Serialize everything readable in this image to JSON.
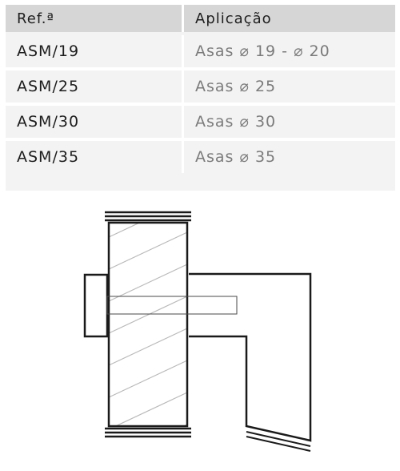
{
  "table": {
    "headers": [
      "Ref.ª",
      "Aplicação"
    ],
    "rows": [
      [
        "ASM/19",
        "Asas ⌀ 19 - ⌀ 20"
      ],
      [
        "ASM/25",
        "Asas ⌀ 25"
      ],
      [
        "ASM/30",
        "Asas ⌀ 30"
      ],
      [
        "ASM/35",
        "Asas ⌀ 35"
      ]
    ]
  }
}
